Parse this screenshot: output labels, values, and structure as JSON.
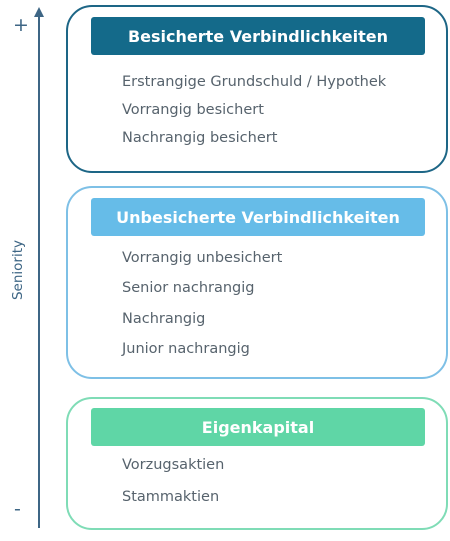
{
  "axis": {
    "label": "Seniority",
    "top_symbol": "+",
    "bottom_symbol": "-"
  },
  "groups": [
    {
      "title": "Besicherte Verbindlichkeiten",
      "color": "#146a8a",
      "items": [
        "Erstrangige Grundschuld / Hypothek",
        "Vorrangig besichert",
        "Nachrangig besichert"
      ]
    },
    {
      "title": "Unbesicherte Verbindlichkeiten",
      "color": "#66bce8",
      "items": [
        "Vorrangig unbesichert",
        "Senior nachrangig",
        "Nachrangig",
        "Junior nachrangig"
      ]
    },
    {
      "title": "Eigenkapital",
      "color": "#5fd6a6",
      "items": [
        "Vorzugsaktien",
        "Stammaktien"
      ]
    }
  ]
}
